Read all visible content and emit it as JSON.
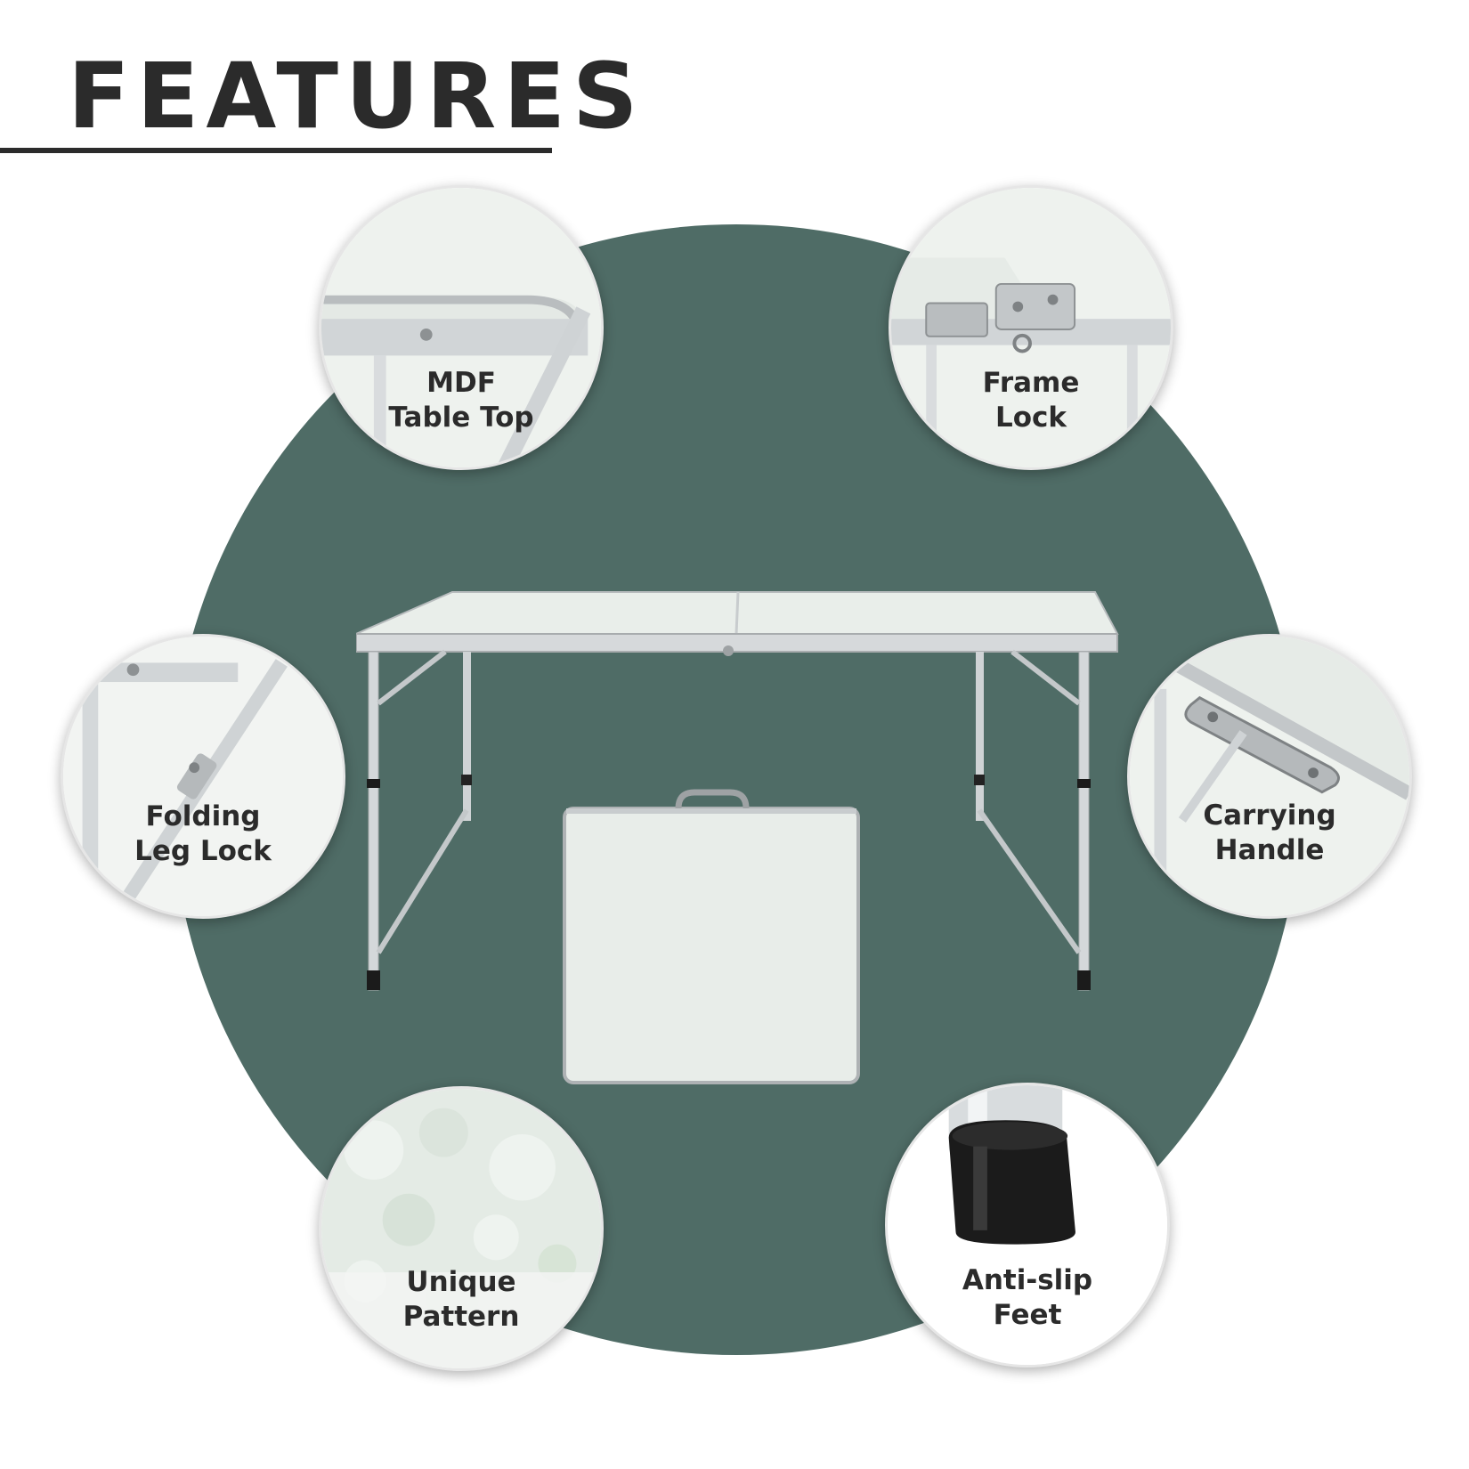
{
  "header": {
    "title": "FEATURES"
  },
  "colors": {
    "background_circle": "#4f6c66",
    "title": "#2b2b2b",
    "frame": "#c9ccce",
    "table_top": "#e9eeea",
    "foot": "#1b1b1b"
  },
  "features": [
    {
      "id": "mdf-table-top",
      "line1": "MDF",
      "line2": "Table Top"
    },
    {
      "id": "frame-lock",
      "line1": "Frame",
      "line2": "Lock"
    },
    {
      "id": "folding-leg-lock",
      "line1": "Folding",
      "line2": "Leg Lock"
    },
    {
      "id": "carrying-handle",
      "line1": "Carrying",
      "line2": "Handle"
    },
    {
      "id": "unique-pattern",
      "line1": "Unique",
      "line2": "Pattern"
    },
    {
      "id": "anti-slip-feet",
      "line1": "Anti-slip",
      "line2": "Feet"
    }
  ]
}
